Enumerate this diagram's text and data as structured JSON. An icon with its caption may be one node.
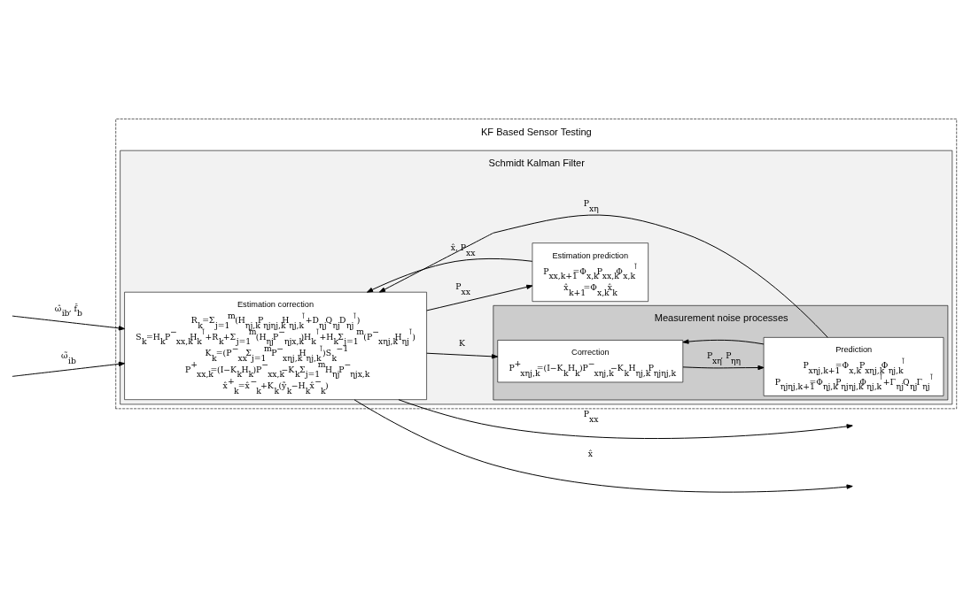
{
  "diagram": {
    "nodes": [
      {
        "text": [
          "KF Based Sensor Testing"
        ]
      },
      {
        "text": [
          "Schmidt Kalman Filter"
        ],
        "in": 0
      },
      {
        "text": [
          "Estimation correction",
          "R$_{k}$=Σ$_{j=1}$$^{m}$(H$_{ηj,k}$P$_{ηjηj,k}$H$_{ηj,k}$$^{⊺}$+D$_{ηj}$Q$_{ηj}$D$_{ηj}$$^{⊺}$)",
          "S$_{k}$=H$_{k}$P$^{−}$$_{xx,k}$H$_{k}$$^{⊺}$+R$_{k}$+Σ$_{j=1}$$^{m}$(H$_{ηj}$P$^{−}$$_{ηjx,k}$)H$_{k}$$^{⊺}$+H$_{k}$Σ$_{j=1}$$^{m}$(P$^{−}$$_{xηj,k}$H$_{ηj}$$^{⊺}$)",
          "K$_{k}$=(P$^{−}$$_{xx}$Σ$_{j=1}$$^{m}$P$^{−}$$_{xηj,k}$H$_{ηj,k}$$^{⊺}$)S$_{k}$$^{−1}$",
          "P$^{+}$$_{xx,k}$=(I−K$_{k}$H$_{k}$)P$^{−}$$_{xx,k}$−K$_{k}$Σ$_{j=1}$$^{m}$H$_{ηj}$P$^{−}$$_{ηjx,k}$",
          "x̂$^{+}$$_{k}$=x̂$^{−}$$_{k}$+K$_{k}$(ỹ$_{k}$−H$_{k}$x̂$^{−}$$_{k}$)"
        ],
        "in": 1
      },
      {
        "text": [
          "Measurement noise processes"
        ],
        "in": 1
      },
      {
        "text": [
          "Correction",
          "P$^{+}$$_{xηj,k}$=(I−K$_{k}$H$_{k}$)P$^{−}$$_{xηj,k}$−K$_{k}$H$_{ηj,k}$P$_{ηjηj,k}$"
        ],
        "in": 3
      },
      {
        "text": [
          "Prediction",
          "P$_{xηj,k+1}$=Φ$_{x,k}$P$_{xηj,k}$Φ$_{ηj,k}$$^{⊺}$",
          "P$_{ηjηj,k+1}$=Φ$_{ηj,k}$P$_{ηjηj,k}$Φ$_{ηj,k}$$^{⊺}$+Γ$_{ηj}$Q$_{ηj}$Γ$_{ηj}$$^{⊺}$"
        ],
        "in": 3
      },
      {
        "text": [
          "Estimation prediction",
          "P$_{xx,k+1}$=Φ$_{x,k}$P$_{xx,k}$Φ$_{x,k}$$^{⊺}$",
          "x̂$_{k+1}$=Φ$_{x,k}$x̂$_{k}$"
        ],
        "in": 1
      }
    ],
    "edges": [
      {
        "from": 2,
        "to": null,
        "arrow": "to",
        "label": "x̂"
      },
      {
        "from": 2,
        "to": null,
        "arrow": "to",
        "label": "P$_{xx}$"
      },
      {
        "from": null,
        "to": 2,
        "arrow": "to",
        "label": "ω̃$_{ib}$"
      },
      {
        "from": null,
        "to": 2,
        "arrow": "to",
        "label": "ω̂$_{ib}$, f̂$_{b}$"
      },
      {
        "from": 5,
        "to": 2,
        "arrow": "to",
        "label": "P$_{xη}$"
      },
      {
        "from": 2,
        "to": 4,
        "arrow": "to",
        "label": "K"
      },
      {
        "from": 6,
        "to": 2,
        "arrow": "to",
        "label": "x̂, P$_{xx}$"
      },
      {
        "from": 2,
        "to": 6,
        "arrow": "to",
        "label": "P$_{xx}$"
      },
      {
        "from": 5,
        "to": 4,
        "arrow": "to"
      },
      {
        "from": 4,
        "to": 5,
        "arrow": "to",
        "label": "P$_{xη}$, P$_{ηη}$"
      }
    ]
  }
}
